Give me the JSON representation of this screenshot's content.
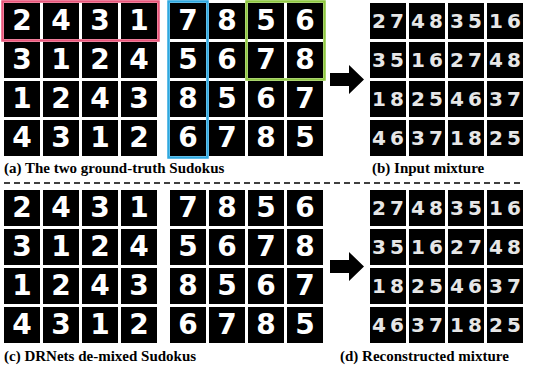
{
  "diagram": {
    "labels": [
      "2",
      "4",
      "3",
      "1",
      "3",
      "1",
      "2",
      "4",
      "1",
      "2",
      "4",
      "3",
      "4",
      "3",
      "1",
      "2",
      "7",
      "8",
      "5",
      "6",
      "5",
      "6",
      "7",
      "8",
      "8",
      "5",
      "6",
      "7",
      "6",
      "7",
      "8",
      "5",
      "2",
      "7",
      "4",
      "8",
      "3",
      "5",
      "1",
      "6",
      "3",
      "5",
      "1",
      "6",
      "2",
      "7",
      "4",
      "8",
      "1",
      "8",
      "2",
      "5",
      "4",
      "6",
      "3",
      "7",
      "4",
      "6",
      "3",
      "7",
      "1",
      "8",
      "2",
      "5",
      "(a) The two ground-truth Sudokus",
      "(b) Input mixture",
      "2",
      "4",
      "3",
      "1",
      "3",
      "1",
      "2",
      "4",
      "1",
      "2",
      "4",
      "3",
      "4",
      "3",
      "1",
      "2",
      "7",
      "8",
      "5",
      "6",
      "5",
      "6",
      "7",
      "8",
      "8",
      "5",
      "6",
      "7",
      "6",
      "7",
      "8",
      "5",
      "2",
      "7",
      "4",
      "8",
      "3",
      "5",
      "1",
      "6",
      "3",
      "5",
      "1",
      "6",
      "2",
      "7",
      "4",
      "8",
      "1",
      "8",
      "2",
      "5",
      "4",
      "6",
      "3",
      "7",
      "4",
      "6",
      "3",
      "7",
      "1",
      "8",
      "2",
      "5",
      "(c) DRNets de-mixed Sudokus",
      "(d) Reconstructed mixture"
    ]
  }
}
